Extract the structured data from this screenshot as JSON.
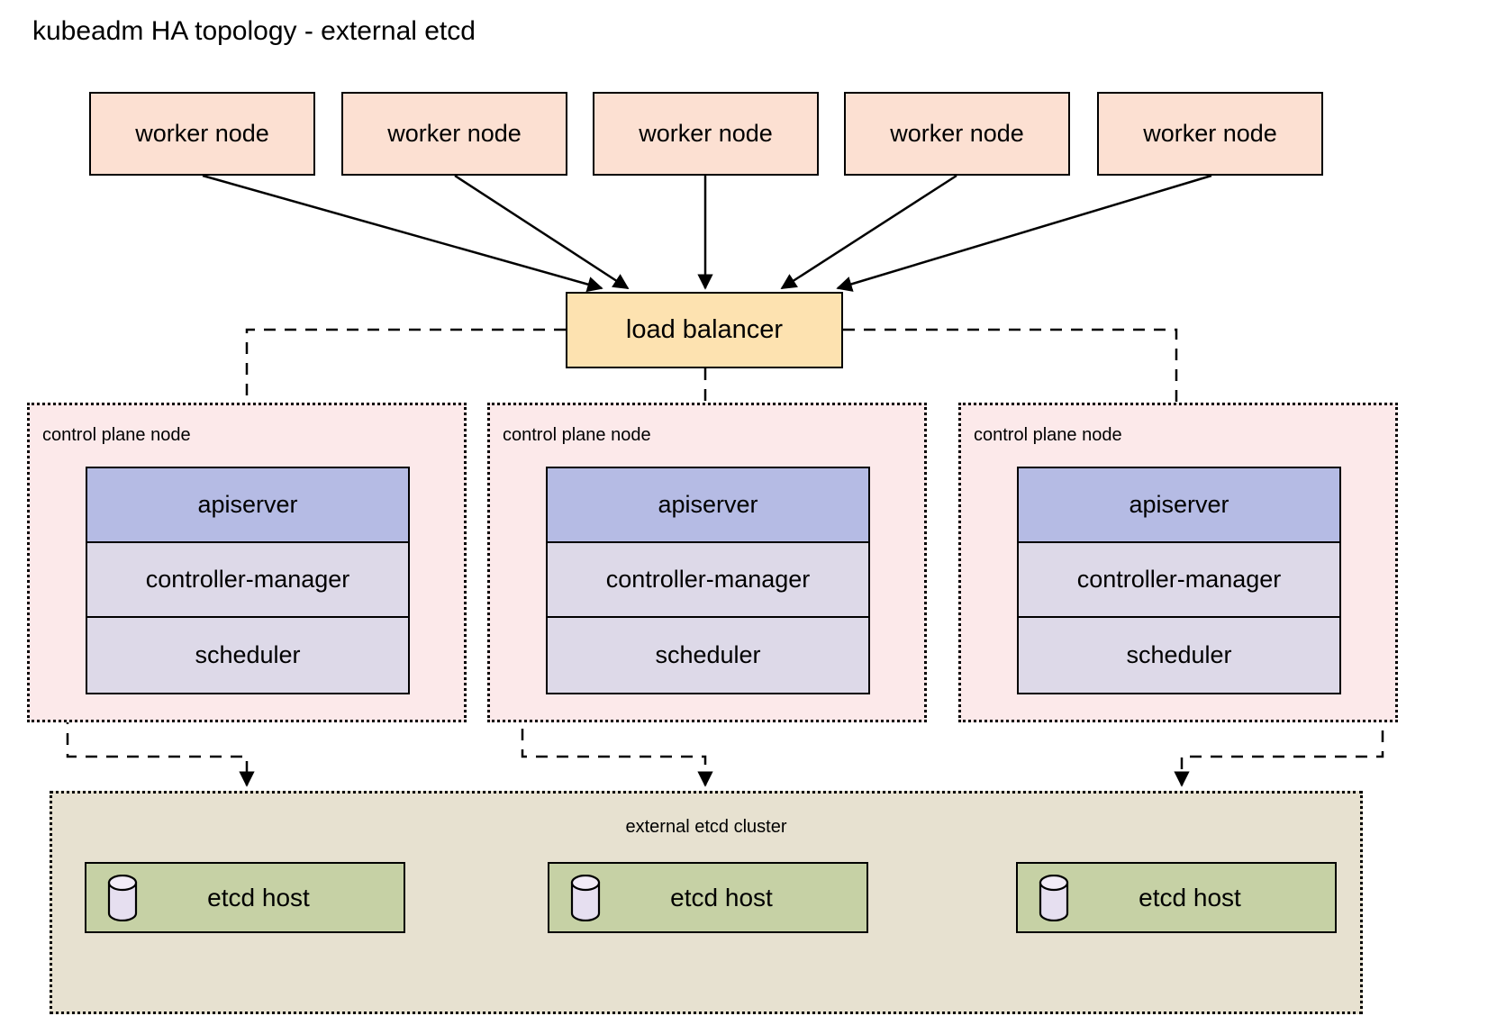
{
  "diagram": {
    "title": "kubeadm HA topology - external etcd",
    "background_color": "#ffffff"
  },
  "colors": {
    "worker_node_fill": "#fce0d2",
    "load_balancer_fill": "#fde2b0",
    "control_plane_fill": "#fce9ea",
    "apiserver_fill": "#b5bbe4",
    "component_fill": "#ddd9e8",
    "etcd_cluster_fill": "#e7e1d0",
    "etcd_host_fill": "#c6d1a5",
    "database_icon_fill": "#e6dff0",
    "stroke": "#000000"
  },
  "worker_nodes": [
    {
      "label": "worker node"
    },
    {
      "label": "worker node"
    },
    {
      "label": "worker node"
    },
    {
      "label": "worker node"
    },
    {
      "label": "worker node"
    }
  ],
  "load_balancer": {
    "label": "load balancer"
  },
  "control_plane_nodes": [
    {
      "label": "control plane node",
      "components": [
        {
          "name": "apiserver",
          "label": "apiserver"
        },
        {
          "name": "controller-manager",
          "label": "controller-manager"
        },
        {
          "name": "scheduler",
          "label": "scheduler"
        }
      ]
    },
    {
      "label": "control plane node",
      "components": [
        {
          "name": "apiserver",
          "label": "apiserver"
        },
        {
          "name": "controller-manager",
          "label": "controller-manager"
        },
        {
          "name": "scheduler",
          "label": "scheduler"
        }
      ]
    },
    {
      "label": "control plane node",
      "components": [
        {
          "name": "apiserver",
          "label": "apiserver"
        },
        {
          "name": "controller-manager",
          "label": "controller-manager"
        },
        {
          "name": "scheduler",
          "label": "scheduler"
        }
      ]
    }
  ],
  "etcd_cluster": {
    "label": "external etcd cluster",
    "hosts": [
      {
        "label": "etcd host",
        "icon": "database-icon"
      },
      {
        "label": "etcd host",
        "icon": "database-icon"
      },
      {
        "label": "etcd host",
        "icon": "database-icon"
      }
    ]
  }
}
